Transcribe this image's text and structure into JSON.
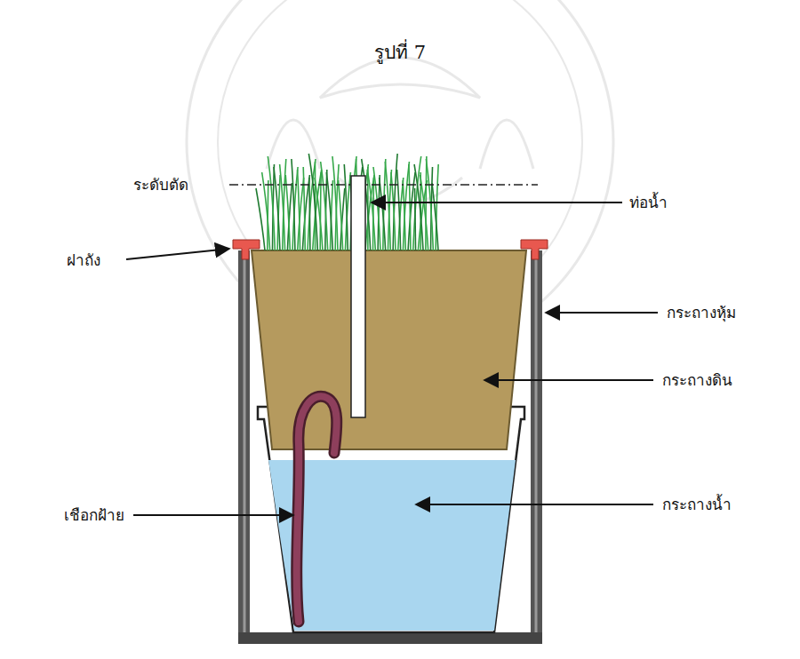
{
  "diagram": {
    "title": "รูปที่ 7",
    "labels": [
      "ระดับตัด",
      "ท่อน้ำ",
      "ฝาถัง",
      "กระถางดิน",
      "กระถางหุ้ม",
      "เชือกฝ้าย",
      "กระถางน้ำ"
    ]
  }
}
